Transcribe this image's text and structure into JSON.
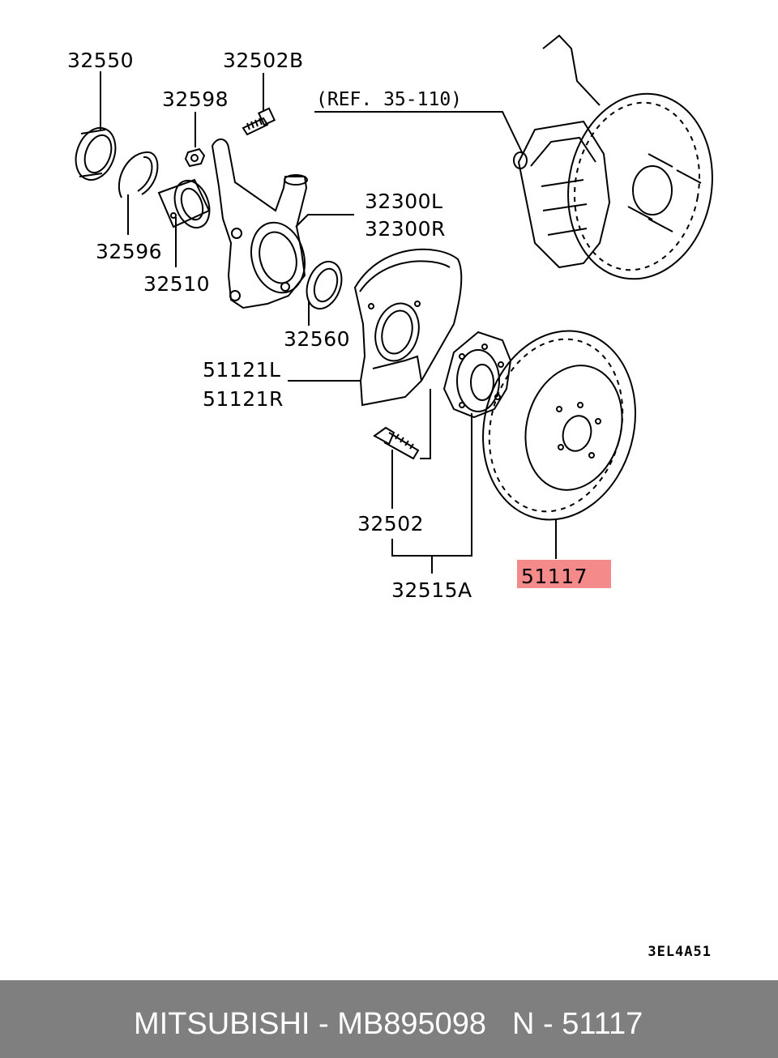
{
  "labels": {
    "p32550": "32550",
    "p32502B": "32502B",
    "p32598": "32598",
    "ref": "(REF. 35-110)",
    "p32300L": "32300L",
    "p32300R": "32300R",
    "p32596": "32596",
    "p32510": "32510",
    "p32560": "32560",
    "p51121L": "51121L",
    "p51121R": "51121R",
    "p32502": "32502",
    "p32515A": "32515A",
    "p51117": "51117"
  },
  "diagram_code": "3EL4A51",
  "highlight_color": "#f48a8a",
  "footer": {
    "brand_part": "MITSUBISHI - MB895098",
    "ref_number": "N - 51117",
    "background": "#7f7f7f"
  }
}
